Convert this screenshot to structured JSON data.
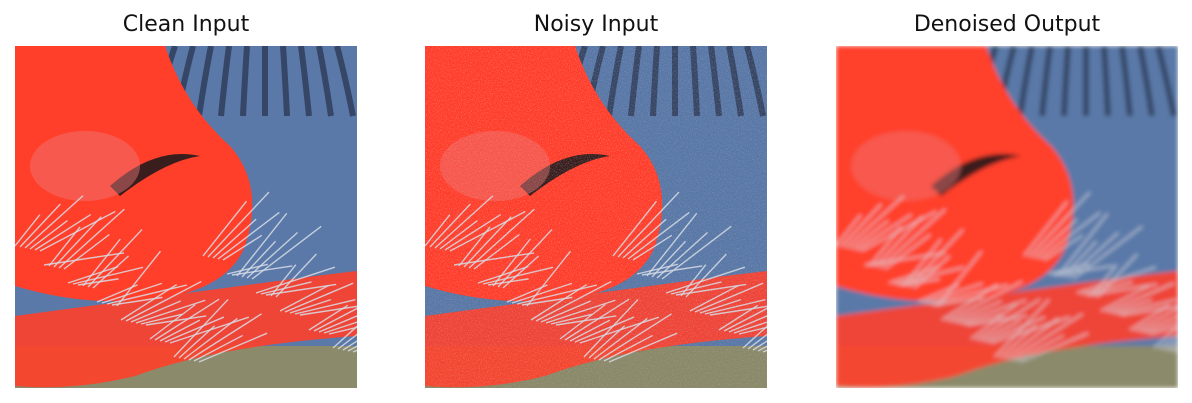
{
  "figure": {
    "panels": [
      {
        "title": "Clean Input",
        "image": "macaque-nose-closeup-clean"
      },
      {
        "title": "Noisy Input",
        "image": "macaque-nose-closeup-noisy"
      },
      {
        "title": "Denoised Output",
        "image": "macaque-nose-closeup-denoised"
      }
    ]
  },
  "colors": {
    "nose_red": "#ff3f2a",
    "fur_blue": "#5a79a8",
    "whisker": "#d8dde6",
    "background": "#ffffff"
  }
}
